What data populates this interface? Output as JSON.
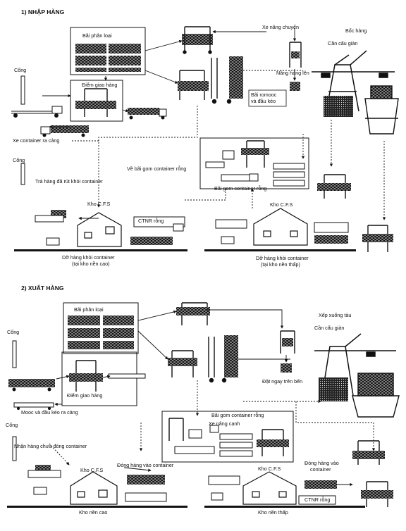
{
  "import": {
    "heading": "1) NHẬP HÀNG",
    "labels": {
      "sorting_yard": "Bãi phân loại",
      "straddle_carrier": "Xe nâng chuyển",
      "unloading": "Bốc hàng",
      "gantry_crane": "Cần cẩu giàn",
      "lift_up": "Nâng hàng lên",
      "gate": "Cổng",
      "delivery_point": "Điểm giao hàng",
      "romooc_yard_1": "Bãi romooc",
      "romooc_yard_2": "và đầu kéo",
      "truck_exit": "Xe container ra cảng",
      "gate2": "Cổng",
      "to_empty_yard": "Về bãi gom container rỗng",
      "returned_goods": "Trả hàng đã rút khỏi container",
      "empty_yard": "Bãi gom container rỗng",
      "cfs_left": "Kho C.F.S",
      "cfs_right": "Kho C.F.S",
      "ctnr_empty": "CTNR rỗng",
      "unload_high_1": "Dỡ hàng khỏi container",
      "unload_high_2": "(tại kho nền cao)",
      "unload_low_1": "Dỡ hàng khỏi container",
      "unload_low_2": "(tại kho nền thấp)"
    }
  },
  "export": {
    "heading": "2) XUẤT HÀNG",
    "labels": {
      "sorting_yard": "Bãi phân loại",
      "load_ship": "Xếp xuống tàu",
      "gantry_crane": "Cần cẩu giàn",
      "gate": "Cổng",
      "place_on_dock": "Đặt ngay trên bến",
      "delivery_point": "Điểm giao hàng",
      "mooc_exit": "Mooc và đầu kéo ra cảng",
      "gate2": "Cổng",
      "empty_yard": "Bãi gom container rỗng",
      "side_lifter": "Xe nâng cạnh",
      "receive_goods": "Nhận hàng chưa đóng container",
      "pack_left": "Đóng hàng vào container",
      "pack_right_1": "Đóng hàng vào",
      "pack_right_2": "container",
      "cfs_left": "Kho C.F.S",
      "cfs_right": "Kho C.F.S",
      "ctnr_empty": "CTNR rỗng",
      "high_floor": "Kho nền cao",
      "low_floor": "Kho nền thấp"
    }
  }
}
